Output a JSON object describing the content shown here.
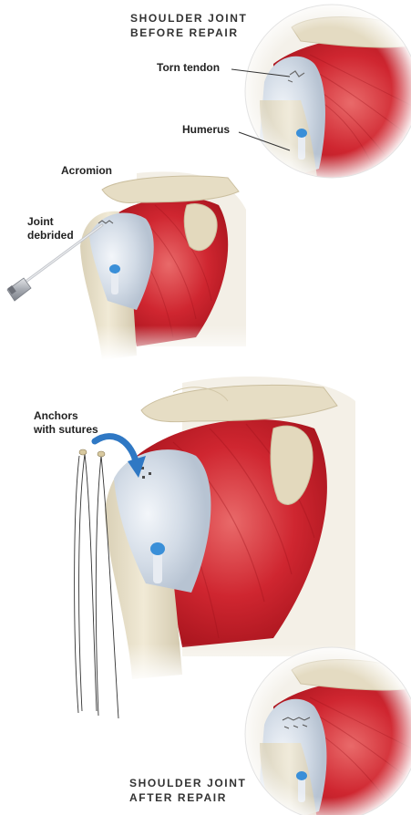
{
  "captions": {
    "before": "SHOULDER JOINT\nBEFORE REPAIR",
    "after": "SHOULDER JOINT\nAFTER REPAIR"
  },
  "labels": {
    "torn_tendon": "Torn tendon",
    "humerus": "Humerus",
    "acromion": "Acromion",
    "joint_debrided": "Joint\ndebrided",
    "anchors": "Anchors\nwith sutures"
  },
  "colors": {
    "muscle": "#c8202a",
    "muscle_light": "#e86a6a",
    "bone": "#e9e1cc",
    "tendon": "#cfd8e3",
    "anchor_blue": "#3a8fd8",
    "arrow_blue": "#2f78c4",
    "instrument": "#b9bcc2"
  }
}
